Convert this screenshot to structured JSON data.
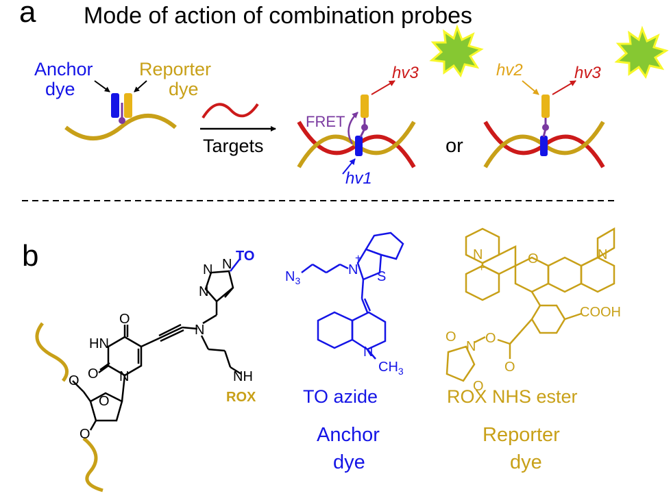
{
  "panel_a": {
    "letter": "a",
    "title": "Mode of action of combination probes",
    "anchor_label_1": "Anchor",
    "anchor_label_2": "dye",
    "reporter_label_1": "Reporter",
    "reporter_label_2": "dye",
    "targets_label": "Targets",
    "fret_label": "FRET",
    "hv1": "hv1",
    "hv2": "hv2",
    "hv3": "hv3",
    "or_label": "or"
  },
  "panel_b": {
    "letter": "b",
    "nucleotide": {
      "to_label": "TO",
      "rox_label": "ROX",
      "nh_label": "NH",
      "hn_label": "HN",
      "o_label": "O",
      "n_label": "N"
    },
    "to_azide": {
      "n3_label": "N",
      "n3_sub": "3",
      "s_label": "S",
      "n_label": "N",
      "plus": "+",
      "ch3_label": "CH",
      "ch3_sub": "3",
      "name": "TO azide",
      "role_1": "Anchor",
      "role_2": "dye"
    },
    "rox_ester": {
      "n_label": "N",
      "plus": "+",
      "o_label": "O",
      "cooh_label": "COOH",
      "name": "ROX NHS ester",
      "role_1": "Reporter",
      "role_2": "dye"
    }
  },
  "colors": {
    "anchor_blue": "#1414e6",
    "reporter_gold": "#c8a018",
    "target_red": "#cc1a1a",
    "linker_purple": "#7a3aa0",
    "burst_green": "#86c832",
    "burst_yellow": "#f7f72a"
  }
}
